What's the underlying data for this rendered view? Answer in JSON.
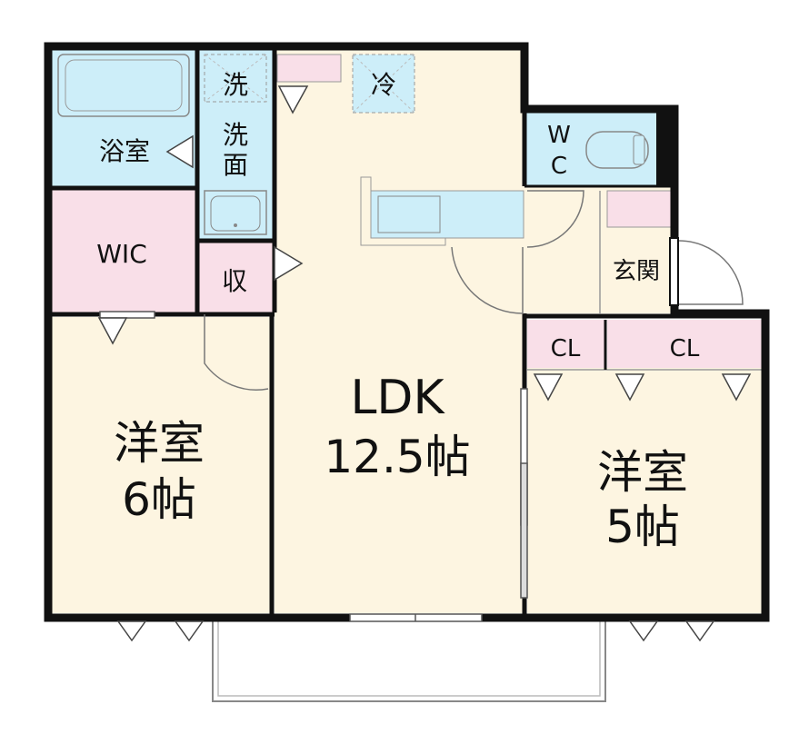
{
  "colors": {
    "wall": "#111111",
    "living": "#fdf5e1",
    "wet": "#cdeef9",
    "storage": "#f9dfe8",
    "balcony_line": "#888888"
  },
  "rooms": {
    "bath": "浴室",
    "laundry": "洗",
    "washroom_line1": "洗",
    "washroom_line2": "面",
    "fridge": "冷",
    "wc_line1": "W",
    "wc_line2": "C",
    "wic": "WIC",
    "storage": "収",
    "entrance": "玄関",
    "closet_left": "CL",
    "closet_right": "CL",
    "ldk_name": "LDK",
    "ldk_size": "12.5帖",
    "west_room_name": "洋室",
    "west_room_size": "6帖",
    "east_room_name": "洋室",
    "east_room_size": "5帖"
  }
}
